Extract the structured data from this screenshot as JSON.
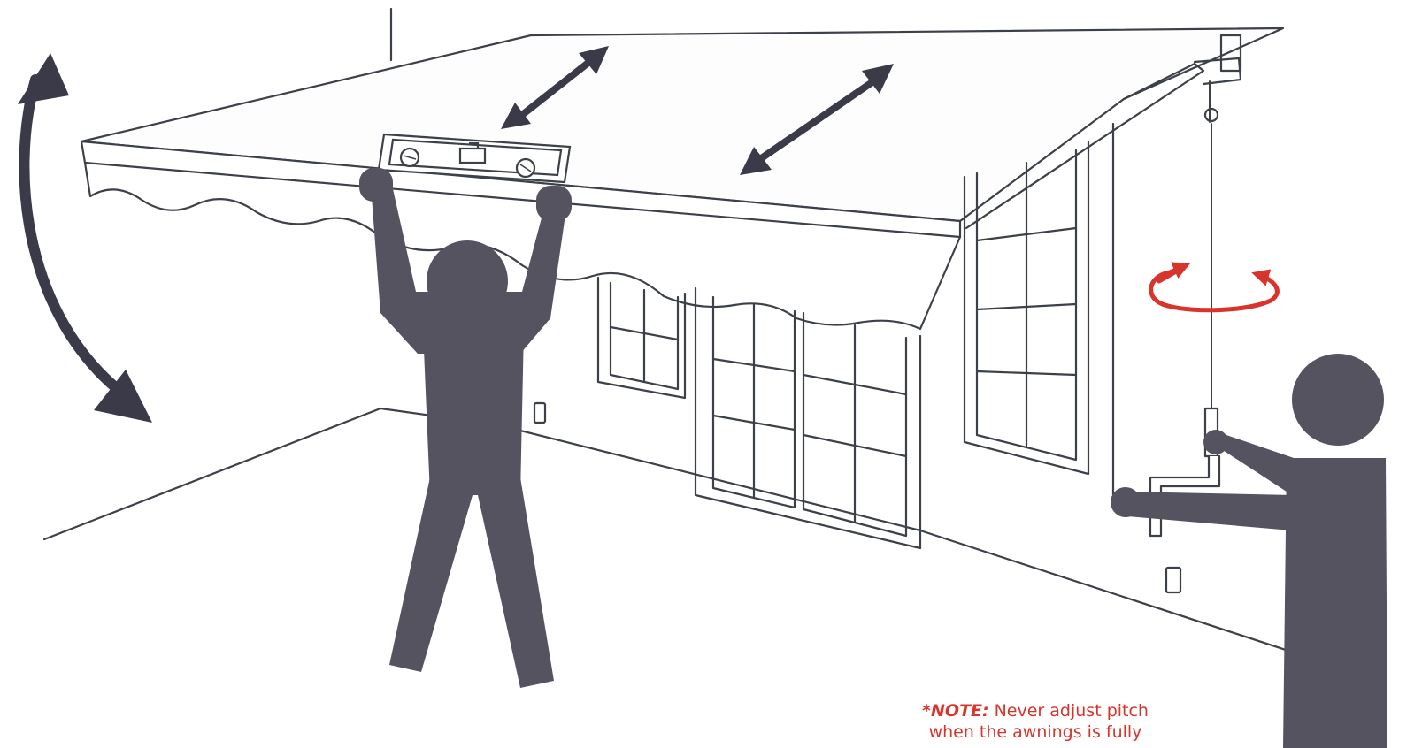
{
  "note": {
    "lead": "*NOTE:",
    "line1": "Never adjust pitch",
    "line2": "when the awnings is fully"
  },
  "colors": {
    "figure": "#54535f",
    "line_art": "#3c4048",
    "rotation_arrow": "#d9342b",
    "note_text": "#d9342b",
    "background": "#ffffff"
  },
  "icons": [
    "pitch-adjust-double-arrow-icon",
    "extend-retract-double-arrow-icon",
    "spirit-level-icon",
    "crank-rotation-arrow-icon",
    "person-holding-level-icon",
    "person-turning-crank-icon"
  ]
}
